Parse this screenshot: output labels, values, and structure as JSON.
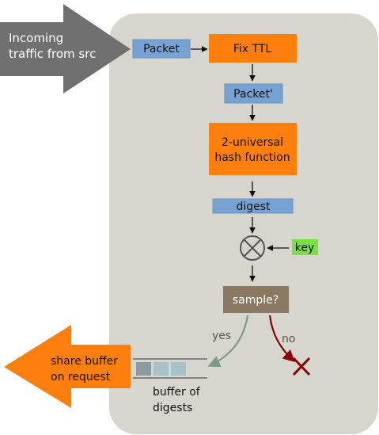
{
  "incoming": {
    "line1": "Incoming",
    "line2": "traffic from src"
  },
  "packet": "Packet",
  "fix_ttl": "Fix TTL",
  "packet_prime": "Packet'",
  "hash": {
    "line1": "2-universal",
    "line2": "hash function"
  },
  "digest": "digest",
  "key": "key",
  "sample": "sample?",
  "yes": "yes",
  "no": "no",
  "share": {
    "line1": "share buffer",
    "line2": "on request"
  },
  "buffer": {
    "line1": "buffer of",
    "line2": "digests"
  },
  "colors": {
    "panel": "#d6d6cf",
    "orange": "#ff7f0e",
    "blue": "#77a3d4",
    "green": "#77e046",
    "gray_arrow": "#707070",
    "sample_box": "#8a7a64",
    "yes_arrow": "#7e9a86",
    "no_arrow": "#8b0000"
  }
}
